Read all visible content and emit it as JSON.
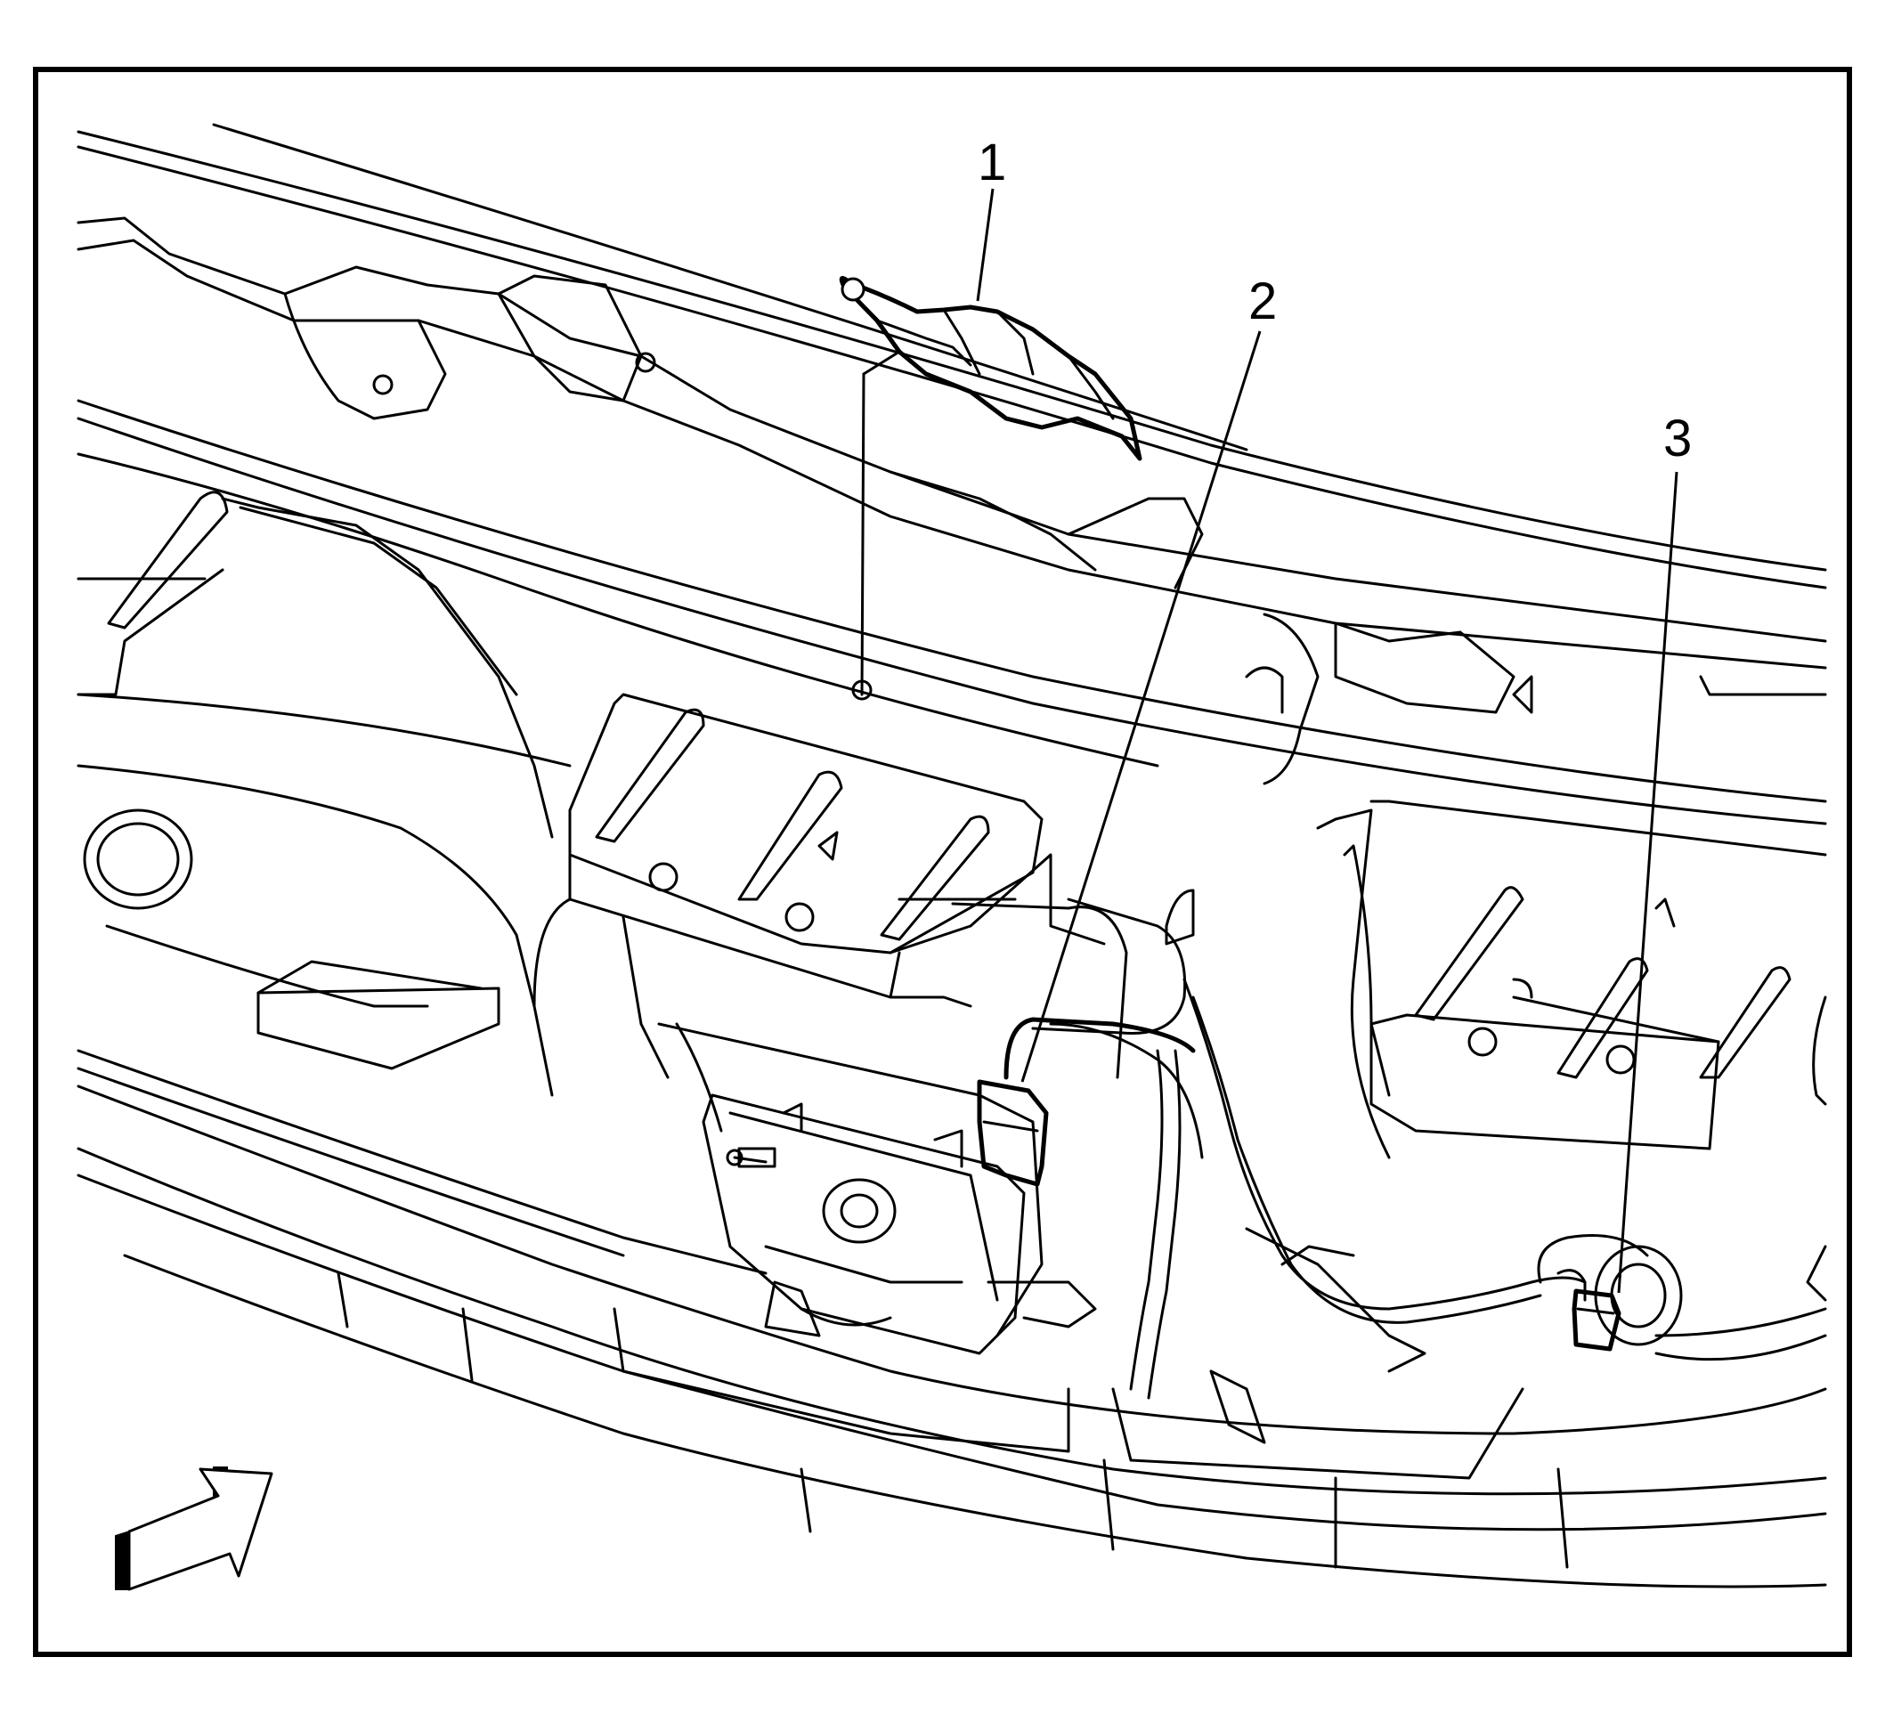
{
  "callouts": [
    {
      "id": "1",
      "label": "1"
    },
    {
      "id": "2",
      "label": "2"
    },
    {
      "id": "3",
      "label": "3"
    }
  ],
  "icons": {
    "view_direction": "view-direction-arrow-icon"
  },
  "colors": {
    "ink": "#000000",
    "paper": "#ffffff"
  }
}
